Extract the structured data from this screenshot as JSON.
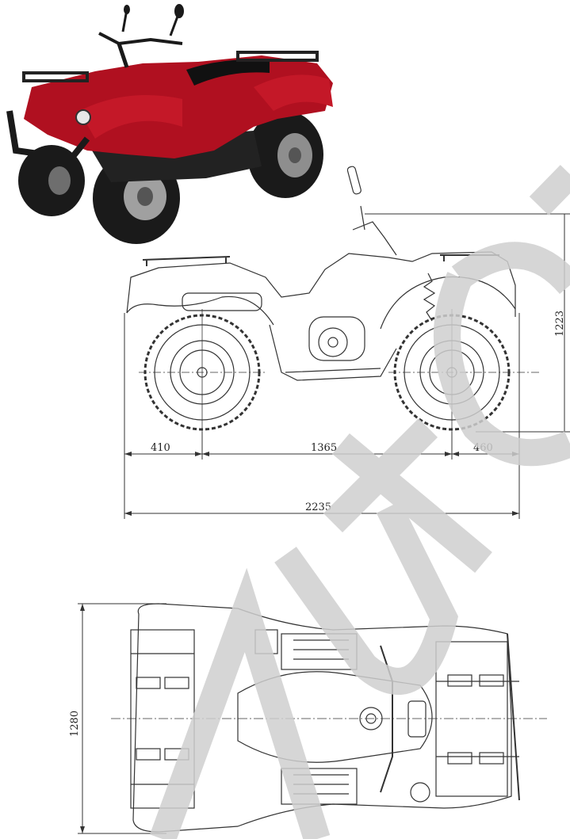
{
  "side_view": {
    "dimensions": {
      "front_overhang": "410",
      "wheelbase": "1365",
      "rear_overhang": "460",
      "overall_length": "2235",
      "overall_height": "1223"
    }
  },
  "top_view": {
    "dimensions": {
      "overall_width": "1280"
    }
  },
  "colors": {
    "atv_body": "#b01020",
    "atv_dark": "#1a1a1a",
    "drawing_line": "#333333",
    "watermark": "#cfcfcf"
  },
  "watermark_letters": [
    "A",
    "U",
    "T",
    "O"
  ]
}
